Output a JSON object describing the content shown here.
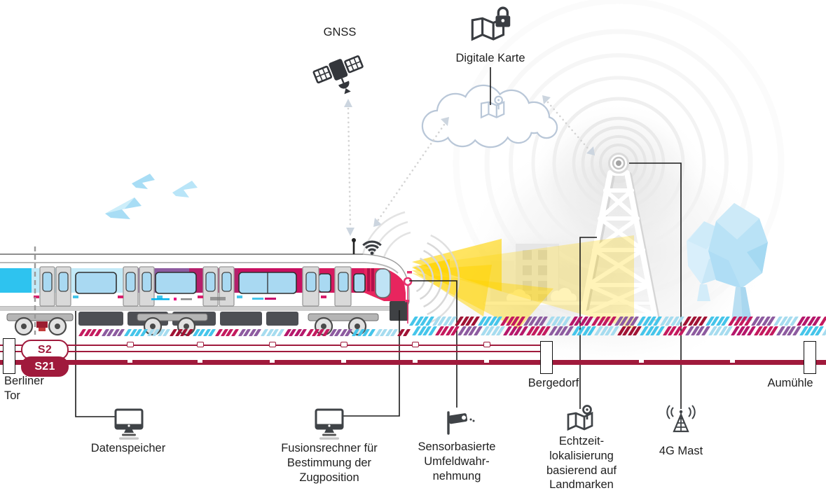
{
  "sky": {
    "gnss": {
      "label": "GNSS",
      "icon": "satellite-icon"
    },
    "digital_map": {
      "label": "Digitale Karte",
      "icon": "map-lock-icon"
    },
    "cloud": {
      "icon": "cloud-map-pin-icon"
    }
  },
  "route": {
    "lines": [
      {
        "id": "S2",
        "label": "S2",
        "style": "outline",
        "color": "#a01a3c"
      },
      {
        "id": "S21",
        "label": "S21",
        "style": "solid",
        "color": "#a01a3c"
      }
    ],
    "stations": [
      {
        "name": "Berliner Tor",
        "label": "Berliner\nTor"
      },
      {
        "name": "Bergedorf",
        "label": "Bergedorf"
      },
      {
        "name": "Aumühle",
        "label": "Aumühle"
      }
    ],
    "s2_tick_positions": [
      185,
      285,
      388,
      490,
      592,
      694
    ],
    "s21_tick_positions": [
      185,
      285,
      388,
      490,
      592,
      694,
      915,
      1045
    ]
  },
  "equipment": [
    {
      "id": "datenspeicher",
      "label": "Datenspeicher",
      "icon": "monitor-icon"
    },
    {
      "id": "fusionsrechner",
      "label": "Fusionsrechner für\nBestimmung der\nZugposition",
      "icon": "monitor-icon"
    },
    {
      "id": "sensorik",
      "label": "Sensorbasierte\nUmfeldwahr-\nnehmung",
      "icon": "cctv-camera-icon"
    },
    {
      "id": "echtzeitlokalisierung",
      "label": "Echtzeit-\nlokalisierung\nbasierend auf\nLandmarken",
      "icon": "map-pin-icon"
    },
    {
      "id": "mast4g",
      "label": "4G Mast",
      "icon": "radio-mast-icon"
    }
  ],
  "colors": {
    "line_red": "#a01a3c",
    "sensor_yellow": "#ffd300",
    "text": "#1f1f1f",
    "cloud_outline": "#b9c7d8",
    "sky_blue": "#b9e2f6",
    "sleeper_palette": [
      "#c41a5e",
      "#8d5ba0",
      "#45c5ea",
      "#a6dcef",
      "#a01334",
      "#45c5ea",
      "#c41a5e",
      "#8d5ba0",
      "#a6dcef",
      "#b5176b"
    ]
  }
}
